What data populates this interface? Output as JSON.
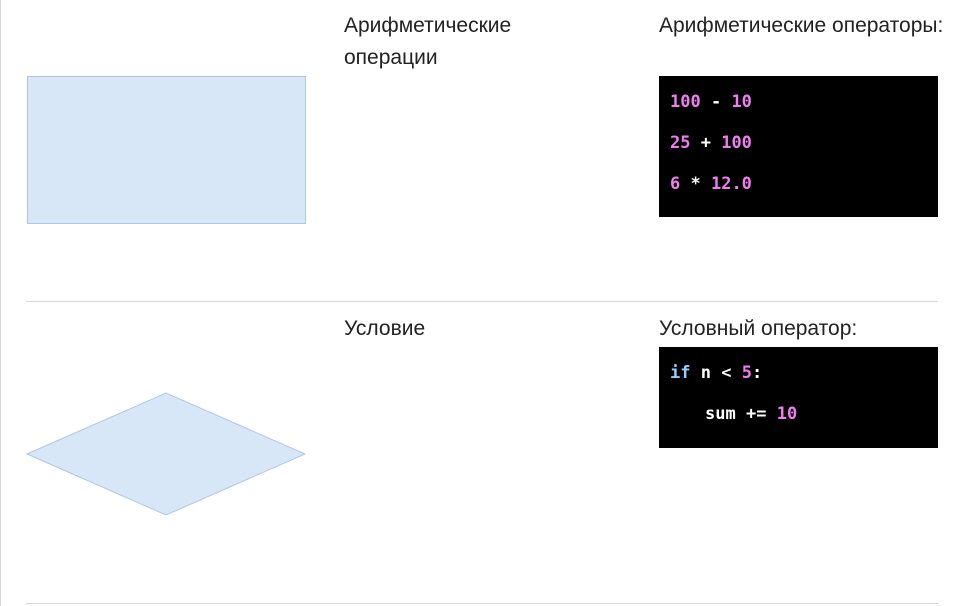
{
  "rows": [
    {
      "name": "Арифметические операции",
      "code_title": "Арифметические операторы:",
      "code": [
        {
          "a": "100",
          "op": " - ",
          "b": "10"
        },
        {
          "a": "25",
          "op": " + ",
          "b": "100"
        },
        {
          "a": "6",
          "op": " * ",
          "b": "12.0"
        }
      ]
    },
    {
      "name": "Условие",
      "code_title": "Условный оператор:",
      "code": {
        "keyword": "if",
        "var": "n",
        "comparator": "<",
        "value": "5",
        "colon": ":",
        "body_var": "sum",
        "body_op": "+=",
        "body_value": "10"
      }
    }
  ],
  "colors": {
    "shape_fill": "#d8e7f8",
    "shape_border": "#aec7e2",
    "code_bg": "#000000",
    "code_number": "#f07ef0",
    "code_keyword": "#8fd0ff",
    "divider": "#d4d6ec"
  }
}
